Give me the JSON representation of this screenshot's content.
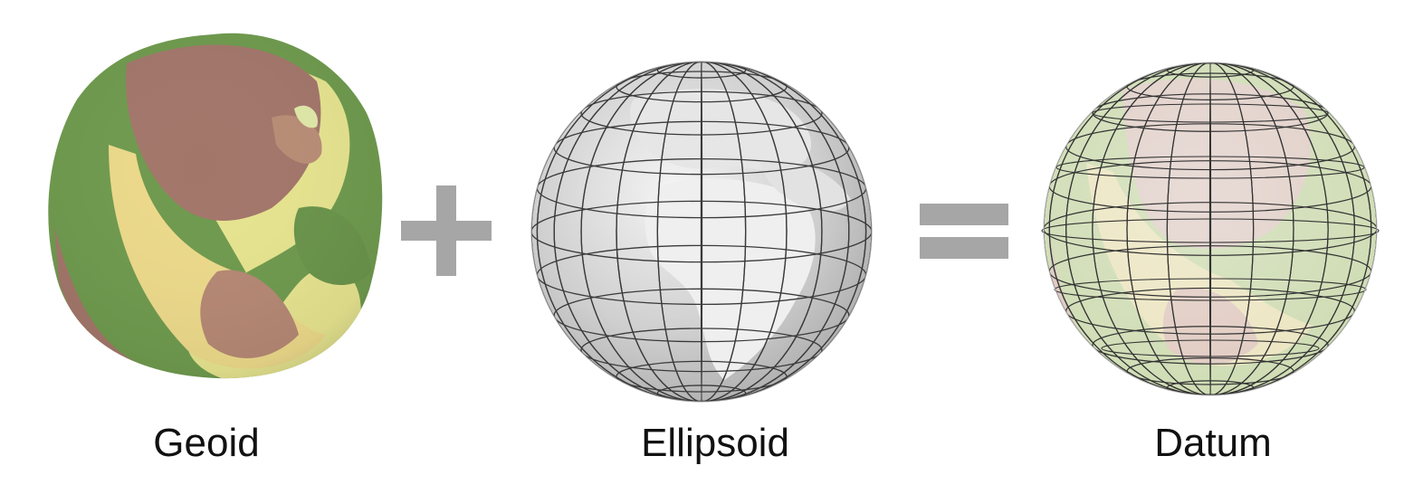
{
  "labels": {
    "geoid": "Geoid",
    "ellipsoid": "Ellipsoid",
    "datum": "Datum"
  },
  "operators": {
    "plus": "plus-sign",
    "equals": "equals-sign"
  },
  "colors": {
    "geoid_green": "#6f9a4e",
    "geoid_yellow": "#e9e98f",
    "geoid_brown": "#a3766a",
    "ellipsoid_gray": "#c9c9c9",
    "ellipsoid_land": "#ededed",
    "grid_line": "#3a3a3a",
    "operator_gray": "#a6a6a6"
  }
}
